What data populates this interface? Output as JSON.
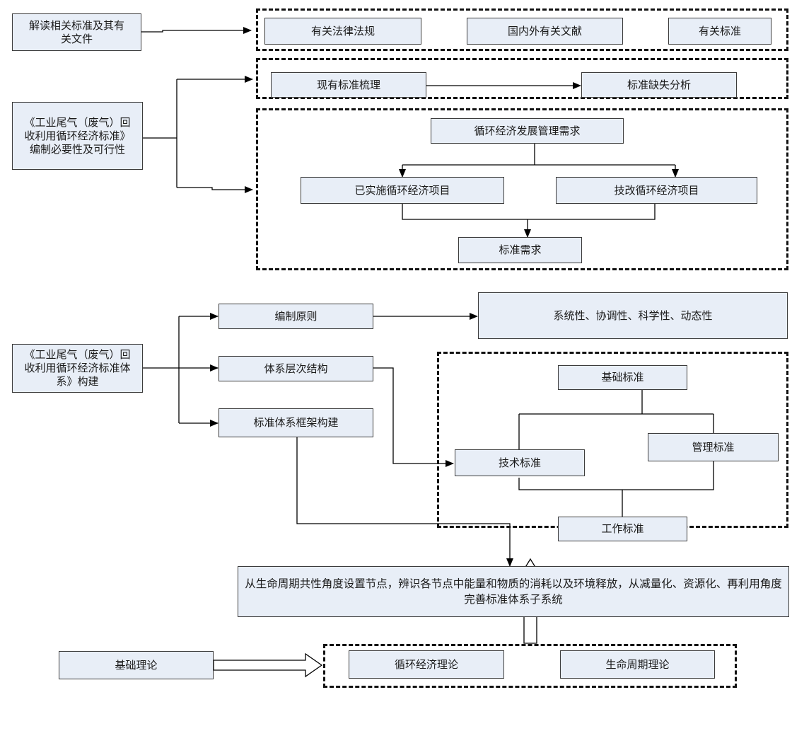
{
  "input1": "解读相关标准及其有关文件",
  "r1": [
    "有关法律法规",
    "国内外有关文献",
    "有关标准"
  ],
  "input2": "《工业尾气（废气）回收利用循环经济标准》编制必要性及可行性",
  "sort": "现有标准梳理",
  "gap": "标准缺失分析",
  "need_top": "循环经济发展管理需求",
  "impl": "已实施循环经济项目",
  "tech_proj": "技改循环经济项目",
  "std_need": "标准需求",
  "input3": "《工业尾气（废气）回收利用循环经济标准体系》构建",
  "principle": "编制原则",
  "principle_attr": "系统性、协调性、科学性、动态性",
  "hierarchy": "体系层次结构",
  "framework": "标准体系框架构建",
  "basic_std": "基础标准",
  "tech_std": "技术标准",
  "mgmt_std": "管理标准",
  "work_std": "工作标准",
  "lifecycle_text": "从生命周期共性角度设置节点，辨识各节点中能量和物质的消耗以及环境释放，从减量化、资源化、再利用角度完善标准体系子系统",
  "base_theory": "基础理论",
  "ce_theory": "循环经济理论",
  "lc_theory": "生命周期理论"
}
